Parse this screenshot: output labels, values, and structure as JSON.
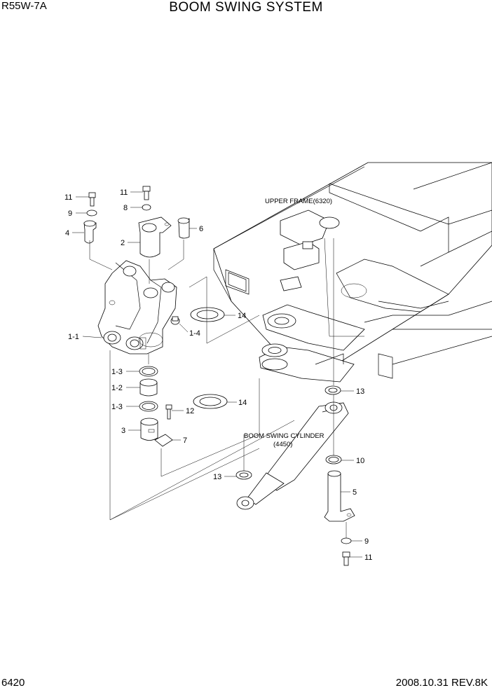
{
  "header": {
    "model": "R55W-7A",
    "title": "BOOM SWING SYSTEM"
  },
  "footer": {
    "page_number": "6420",
    "revision": "2008.10.31  REV.8K"
  },
  "notes": {
    "upper_frame": "UPPER FRAME(6320)",
    "cylinder_line1": "BOOM SWING CYLINDER",
    "cylinder_line2": "(4450)"
  },
  "callouts": [
    "11",
    "9",
    "4",
    "11",
    "8",
    "2",
    "6",
    "1-1",
    "1-4",
    "14",
    "1-3",
    "1-2",
    "1-3",
    "12",
    "3",
    "7",
    "14",
    "13",
    "10",
    "13",
    "5",
    "9",
    "11"
  ]
}
